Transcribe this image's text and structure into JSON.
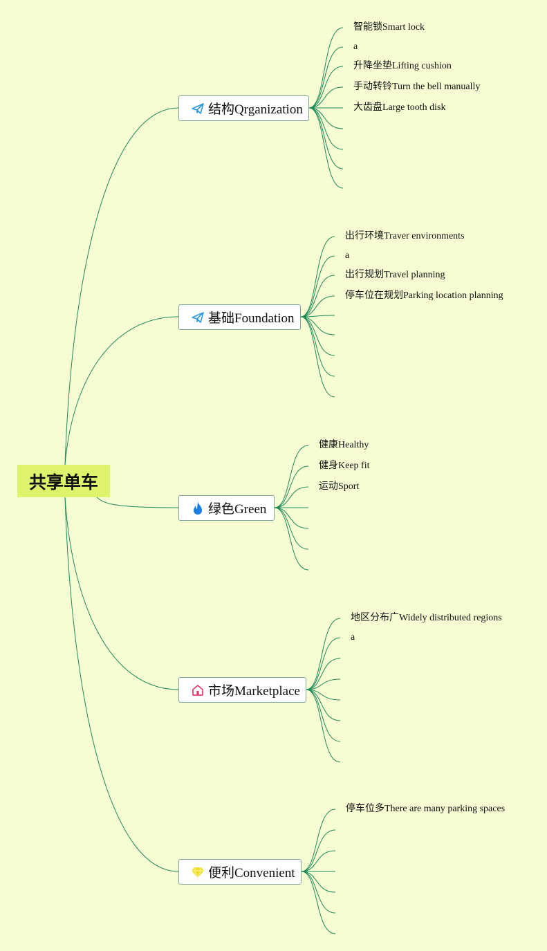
{
  "root": {
    "label": "共享单车"
  },
  "branches": [
    {
      "label": "结构Qrganization",
      "icon": "paper-plane-icon",
      "children": [
        "智能锁Smart lock",
        "a",
        "升降坐垫Lifting cushion",
        "手动转铃Turn the bell manually",
        "大齿盘Large tooth disk",
        "",
        "",
        "",
        ""
      ]
    },
    {
      "label": "基础Foundation",
      "icon": "paper-plane-icon",
      "children": [
        "出行环境Traver environments",
        "a",
        "出行规划Travel planning",
        "停车位在规划Parking location planning",
        "",
        "",
        "",
        "",
        ""
      ]
    },
    {
      "label": "绿色Green",
      "icon": "flame-icon",
      "children": [
        "健康Healthy",
        "健身Keep fit",
        "运动Sport",
        "",
        "",
        "",
        ""
      ]
    },
    {
      "label": "市场Marketplace",
      "icon": "house-icon",
      "children": [
        "地区分布广Widely distributed regions",
        "a",
        "",
        "",
        "",
        "",
        "",
        ""
      ]
    },
    {
      "label": "便利Convenient",
      "icon": "diamond-icon",
      "children": [
        "停车位多There are many parking spaces",
        "",
        "",
        "",
        "",
        "",
        ""
      ]
    }
  ],
  "colors": {
    "background": "#f7fdd3",
    "root_fill": "#dff26b",
    "edge": "#1e8a5a",
    "branch_border": "#7da59c",
    "plane_icon": "#2c9ad8",
    "flame_icon": "#1a7fe0",
    "house_icon": "#e0416c",
    "diamond_icon": "#f2de2c"
  }
}
